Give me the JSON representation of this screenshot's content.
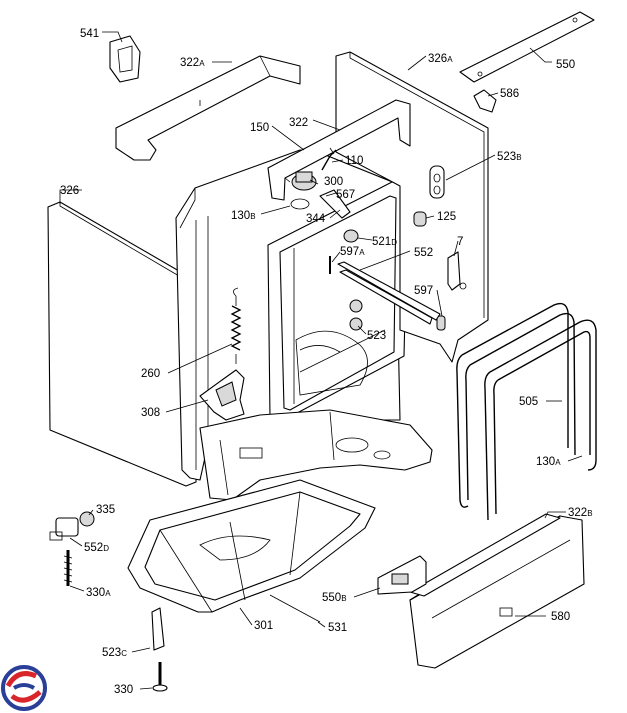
{
  "diagram": {
    "callouts": [
      {
        "id": "541",
        "main": "541",
        "suffix": ""
      },
      {
        "id": "322a",
        "main": "322",
        "suffix": "A"
      },
      {
        "id": "326a",
        "main": "326",
        "suffix": "A"
      },
      {
        "id": "550",
        "main": "550",
        "suffix": ""
      },
      {
        "id": "586",
        "main": "586",
        "suffix": ""
      },
      {
        "id": "150",
        "main": "150",
        "suffix": ""
      },
      {
        "id": "322",
        "main": "322",
        "suffix": ""
      },
      {
        "id": "110",
        "main": "110",
        "suffix": ""
      },
      {
        "id": "523b",
        "main": "523",
        "suffix": "B"
      },
      {
        "id": "326",
        "main": "326",
        "suffix": ""
      },
      {
        "id": "300",
        "main": "300",
        "suffix": ""
      },
      {
        "id": "567",
        "main": "567",
        "suffix": ""
      },
      {
        "id": "130b",
        "main": "130",
        "suffix": "B"
      },
      {
        "id": "344",
        "main": "344",
        "suffix": ""
      },
      {
        "id": "125",
        "main": "125",
        "suffix": ""
      },
      {
        "id": "521d",
        "main": "521",
        "suffix": "D"
      },
      {
        "id": "597a",
        "main": "597",
        "suffix": "A"
      },
      {
        "id": "552",
        "main": "552",
        "suffix": ""
      },
      {
        "id": "7",
        "main": "7",
        "suffix": ""
      },
      {
        "id": "597",
        "main": "597",
        "suffix": ""
      },
      {
        "id": "523",
        "main": "523",
        "suffix": ""
      },
      {
        "id": "260",
        "main": "260",
        "suffix": ""
      },
      {
        "id": "505",
        "main": "505",
        "suffix": ""
      },
      {
        "id": "308",
        "main": "308",
        "suffix": ""
      },
      {
        "id": "130a",
        "main": "130",
        "suffix": "A"
      },
      {
        "id": "335",
        "main": "335",
        "suffix": ""
      },
      {
        "id": "322b",
        "main": "322",
        "suffix": "B"
      },
      {
        "id": "552d",
        "main": "552",
        "suffix": "D"
      },
      {
        "id": "330a",
        "main": "330",
        "suffix": "A"
      },
      {
        "id": "550b",
        "main": "550",
        "suffix": "B"
      },
      {
        "id": "580",
        "main": "580",
        "suffix": ""
      },
      {
        "id": "301",
        "main": "301",
        "suffix": ""
      },
      {
        "id": "531",
        "main": "531",
        "suffix": ""
      },
      {
        "id": "523c",
        "main": "523",
        "suffix": "C"
      },
      {
        "id": "330",
        "main": "330",
        "suffix": ""
      }
    ],
    "colors": {
      "line": "#000000",
      "background": "#ffffff",
      "logo_red": "#d9262b",
      "logo_blue": "#2a3f97"
    }
  }
}
